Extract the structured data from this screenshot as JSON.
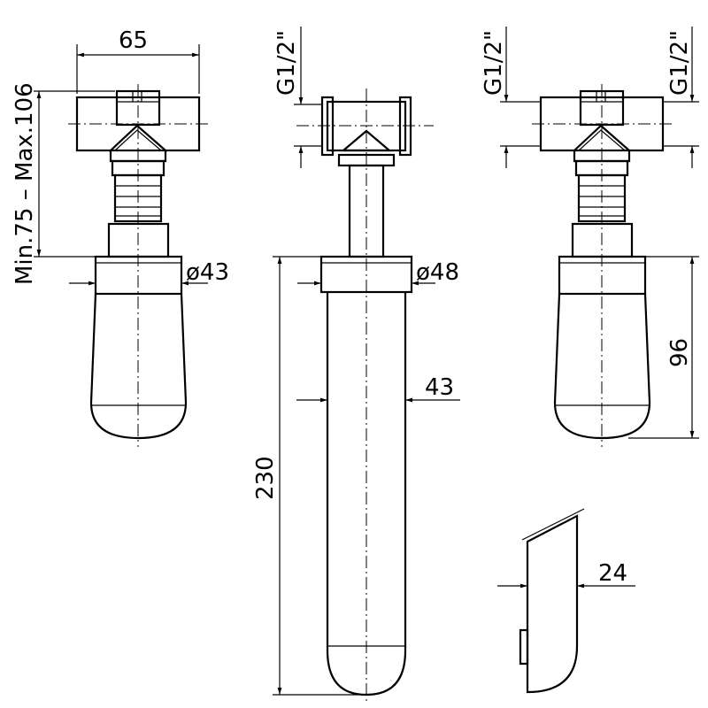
{
  "dimensions": {
    "width_top": "65",
    "height_range": "Min.75 – Max.106",
    "dia_left": "ø43",
    "thread_middle": "G1/2\"",
    "thread_right_a": "G1/2\"",
    "thread_right_b": "G1/2\"",
    "dia_middle": "ø48",
    "tube_width": "43",
    "length_middle": "230",
    "handle_height": "96",
    "spout_depth": "24"
  },
  "colors": {
    "line": "#000000",
    "background": "#ffffff"
  }
}
